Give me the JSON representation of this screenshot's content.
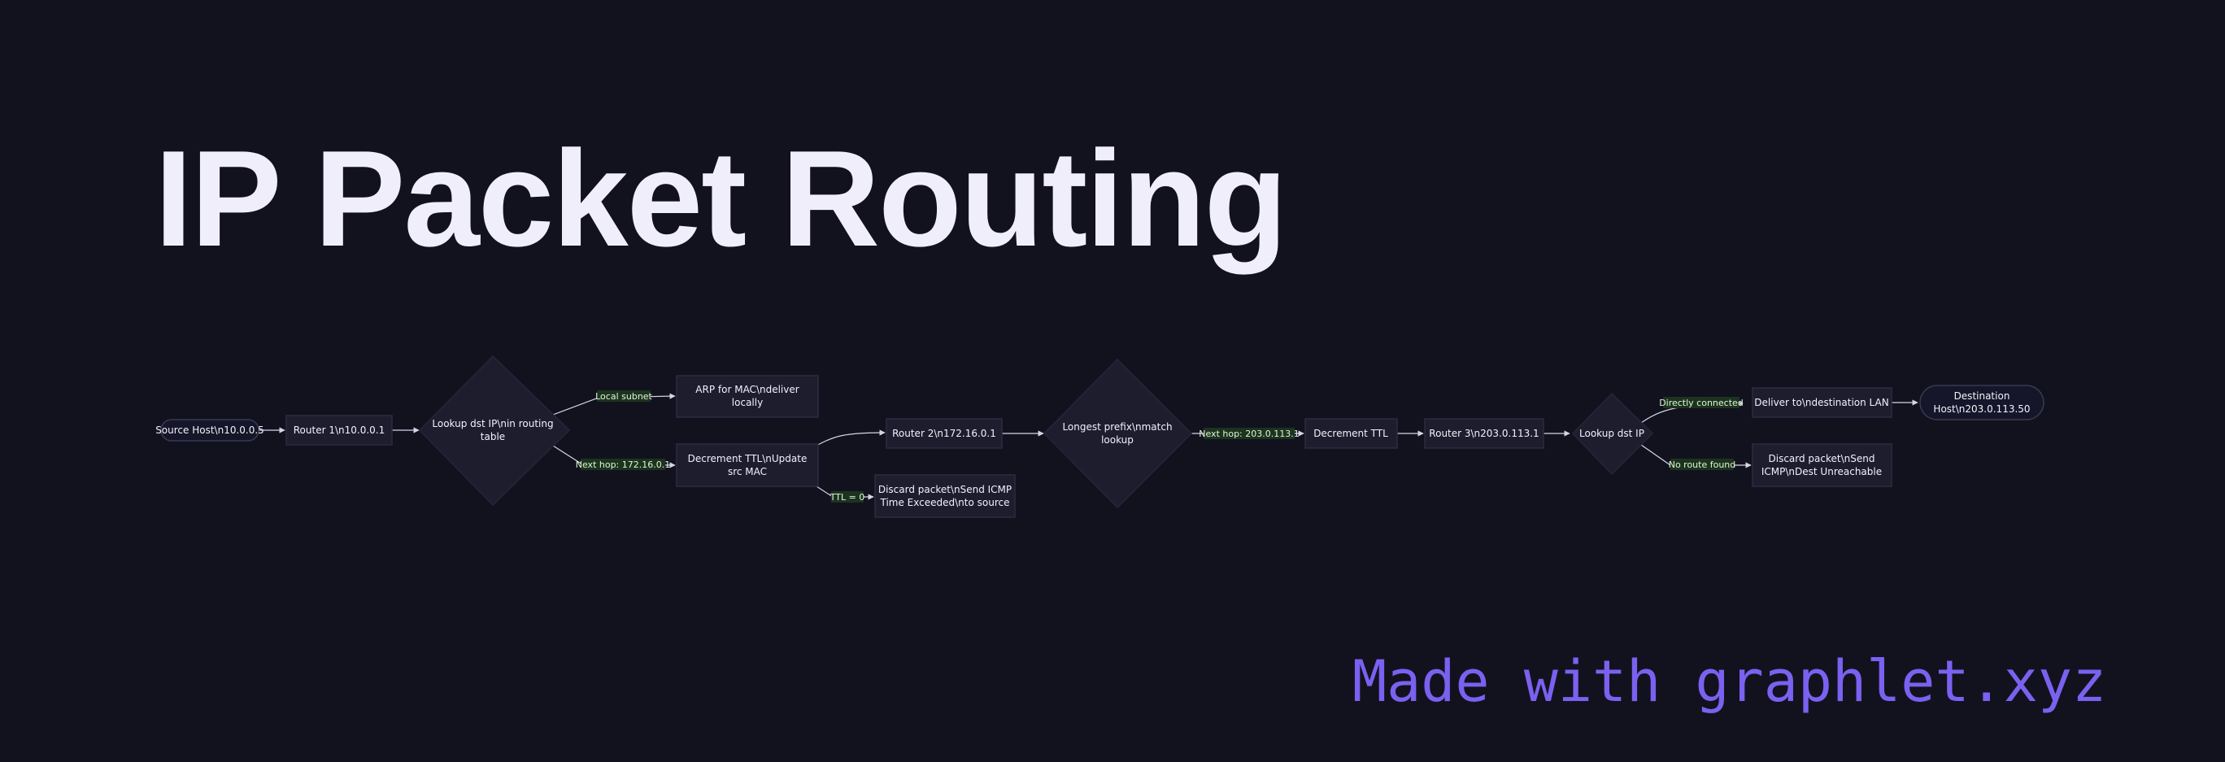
{
  "title": "IP Packet Routing",
  "footer": "Made with graphlet.xyz",
  "colors": {
    "background": "#12121f",
    "title": "#f1eefc",
    "footer": "#7b61f0",
    "node_fill": "#1e1d2e",
    "edge": "#d6d4e6",
    "edge_label_bg": "#1c3320"
  },
  "nodes": {
    "source": [
      "Source Host\\n10.0.0.5"
    ],
    "router1": [
      "Router 1\\n10.0.0.1"
    ],
    "lookup1": [
      "Lookup dst IP\\nin routing",
      "table"
    ],
    "arp": [
      "ARP for MAC\\ndeliver",
      "locally"
    ],
    "dec1": [
      "Decrement TTL\\nUpdate",
      "src MAC"
    ],
    "discard1": [
      "Discard packet\\nSend ICMP",
      "Time Exceeded\\nto source"
    ],
    "router2": [
      "Router 2\\n172.16.0.1"
    ],
    "lpm": [
      "Longest prefix\\nmatch",
      "lookup"
    ],
    "dec2": [
      "Decrement TTL"
    ],
    "router3": [
      "Router 3\\n203.0.113.1"
    ],
    "lookup3": [
      "Lookup dst IP"
    ],
    "deliver": [
      "Deliver to\\ndestination LAN"
    ],
    "discard3": [
      "Discard packet\\nSend",
      "ICMP\\nDest Unreachable"
    ],
    "dest": [
      "Destination",
      "Host\\n203.0.113.50"
    ]
  },
  "edge_labels": {
    "local_subnet": "Local subnet",
    "next_hop_1": "Next hop: 172.16.0.1",
    "ttl_zero": "TTL = 0",
    "next_hop_2": "Next hop: 203.0.113.1",
    "directly_connected": "Directly connected",
    "no_route": "No route found"
  }
}
